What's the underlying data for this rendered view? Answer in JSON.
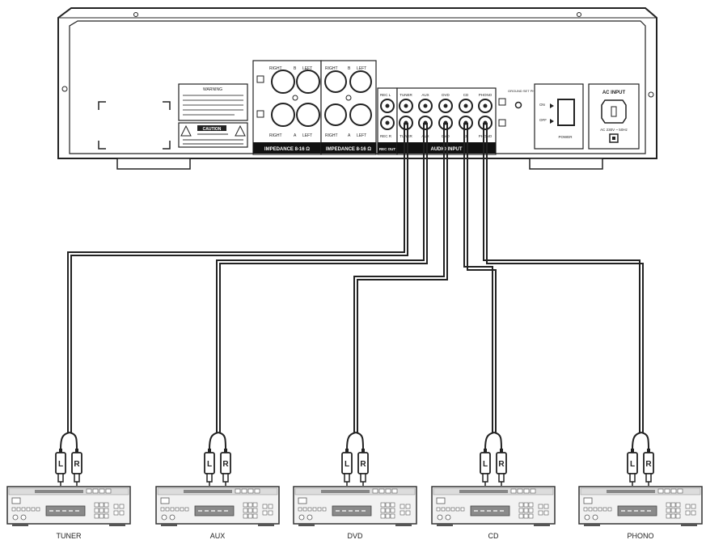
{
  "amplifier": {
    "warning_title": "WARNING",
    "caution_title": "CAUTION",
    "speaker_top_right": "RIGHT",
    "speaker_top_b": "B",
    "speaker_top_left": "LEFT",
    "speaker_bottom_a": "A",
    "impedance_label": "IMPEDANCE 8-16 Ω",
    "rec_out_l": "REC L",
    "rec_out_r": "REC R",
    "rec_out_label": "REC OUT",
    "audio_input_label": "AUDIO INPUT",
    "input_labels": [
      "TUNER",
      "AUX",
      "DVD",
      "CD",
      "PHONO"
    ],
    "ground_label": "GROUND SET PHONO",
    "power_on": "ON",
    "power_off": "OFF",
    "power_label": "POWER",
    "ac_input_title": "AC INPUT",
    "ac_input_spec": "AC 230V ~ 50Hz"
  },
  "plug_labels": {
    "left": "L",
    "right": "R"
  },
  "devices": [
    {
      "name": "TUNER"
    },
    {
      "name": "AUX"
    },
    {
      "name": "DVD"
    },
    {
      "name": "CD"
    },
    {
      "name": "PHONO"
    }
  ]
}
